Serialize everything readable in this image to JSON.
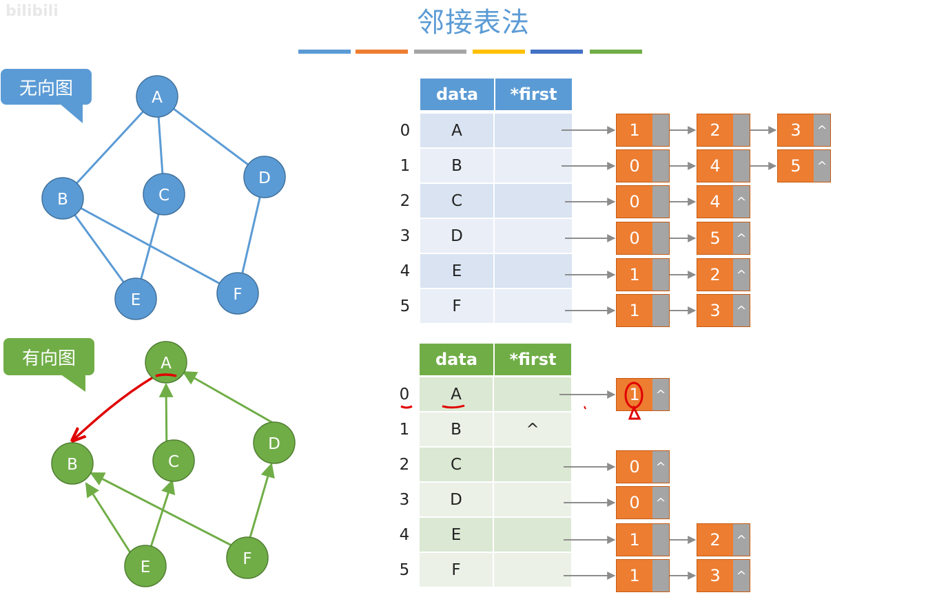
{
  "title": "邻接表法",
  "watermark": "bilibili",
  "undirected": {
    "label": "无向图",
    "vertices": [
      "A",
      "B",
      "C",
      "D",
      "E",
      "F"
    ],
    "header": {
      "data": "data",
      "first": "*first"
    },
    "rows": [
      {
        "index": "0",
        "data": "A",
        "first": "",
        "list": [
          "1",
          "2",
          "3"
        ]
      },
      {
        "index": "1",
        "data": "B",
        "first": "",
        "list": [
          "0",
          "4",
          "5"
        ]
      },
      {
        "index": "2",
        "data": "C",
        "first": "",
        "list": [
          "0",
          "4"
        ]
      },
      {
        "index": "3",
        "data": "D",
        "first": "",
        "list": [
          "0",
          "5"
        ]
      },
      {
        "index": "4",
        "data": "E",
        "first": "",
        "list": [
          "1",
          "2"
        ]
      },
      {
        "index": "5",
        "data": "F",
        "first": "",
        "list": [
          "1",
          "3"
        ]
      }
    ]
  },
  "directed": {
    "label": "有向图",
    "vertices": [
      "A",
      "B",
      "C",
      "D",
      "E",
      "F"
    ],
    "header": {
      "data": "data",
      "first": "*first"
    },
    "rows": [
      {
        "index": "0",
        "data": "A",
        "first": "",
        "list": [
          "1"
        ]
      },
      {
        "index": "1",
        "data": "B",
        "first": "^",
        "list": []
      },
      {
        "index": "2",
        "data": "C",
        "first": "",
        "list": [
          "0"
        ]
      },
      {
        "index": "3",
        "data": "D",
        "first": "",
        "list": [
          "0"
        ]
      },
      {
        "index": "4",
        "data": "E",
        "first": "",
        "list": [
          "1",
          "2"
        ]
      },
      {
        "index": "5",
        "data": "F",
        "first": "",
        "list": [
          "1",
          "3"
        ]
      }
    ]
  },
  "null_symbol": "^",
  "colors": {
    "title": "#5b9bd5",
    "stripes": [
      "#5b9bd5",
      "#ed7d31",
      "#a5a5a5",
      "#ffc000",
      "#4472c4",
      "#70ad47"
    ],
    "undirected": "#5b9bd5",
    "directed": "#70ad47",
    "node_value": "#ed7d31",
    "node_pointer": "#a5a5a5",
    "annotation": "#e00000"
  }
}
